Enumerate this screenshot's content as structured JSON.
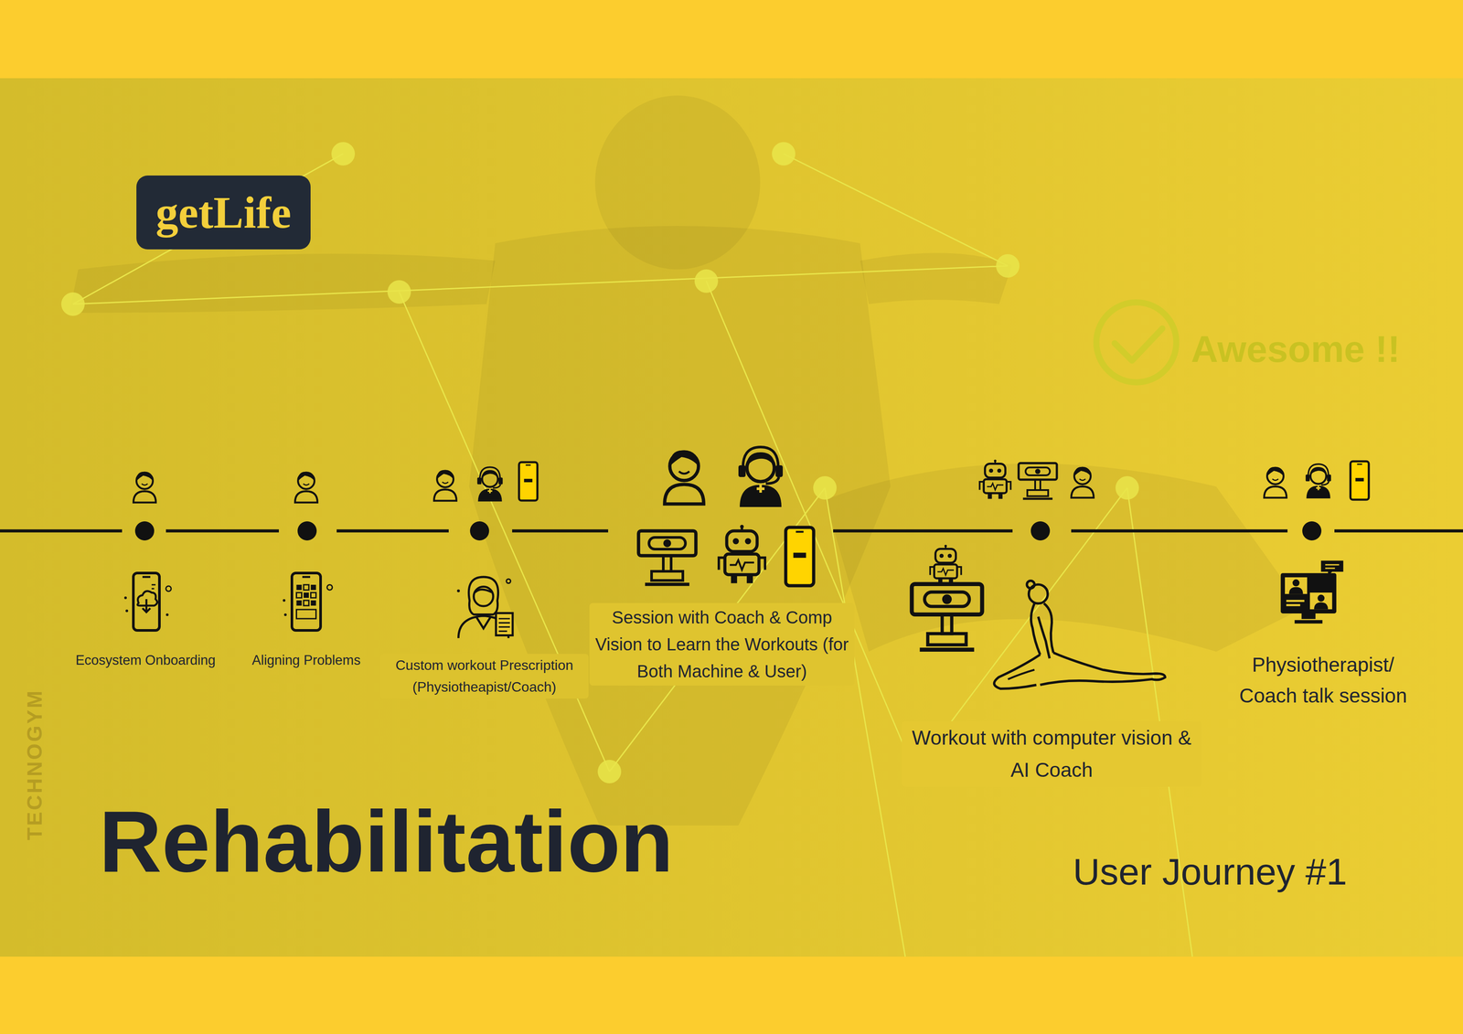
{
  "diagram": {
    "title": "Rehabilitation",
    "nodes": [
      {
        "text": [
          "getLife"
        ]
      }
    ],
    "labels": [
      "Awesome !!",
      "Ecosystem Onboarding",
      "Aligning Problems",
      "Custom workout Prescription (Physiotheapist/Coach)",
      "Session with Coach & Comp Vision to Learn the Workouts (for Both Machine & User)",
      "Workout with computer vision & AI Coach",
      "Physiotherapist/ Coach talk session",
      "User Journey #1",
      "TECHNOGYM"
    ]
  }
}
